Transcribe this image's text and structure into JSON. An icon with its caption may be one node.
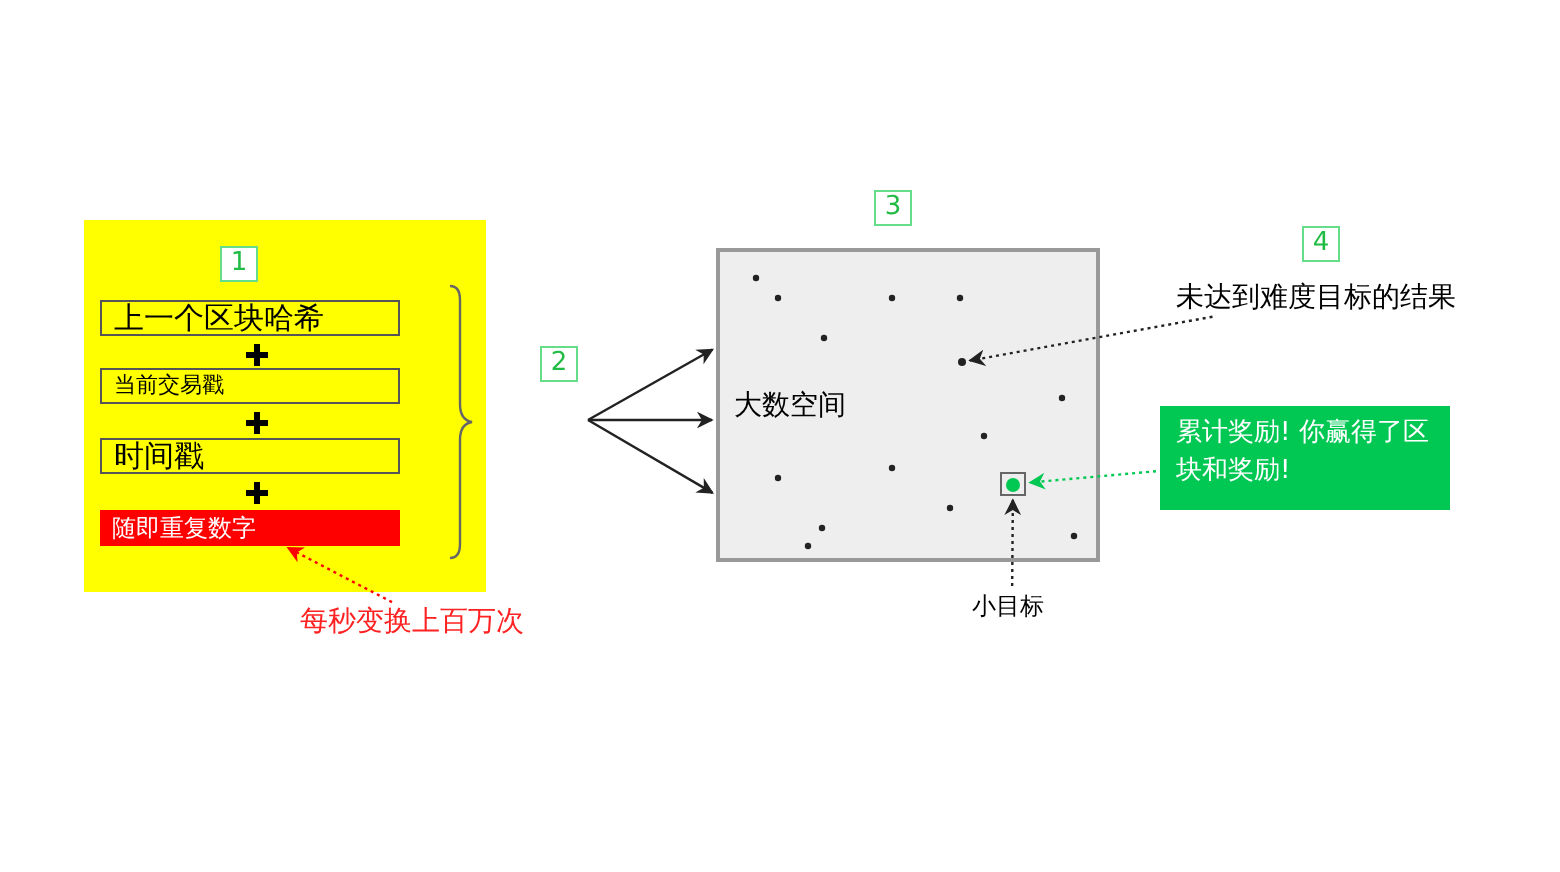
{
  "diagram": {
    "nodes": [
      {
        "text": [],
        "shape": "box"
      },
      {
        "text": [
          "1"
        ],
        "in": 0
      },
      {
        "text": [
          "上一个区块哈希"
        ],
        "in": 0
      },
      {
        "text": [
          "当前交易戳"
        ],
        "in": 0
      },
      {
        "text": [
          "时间戳"
        ],
        "in": 0
      },
      {
        "text": [
          "随即重复数字"
        ],
        "in": 0
      },
      {
        "text": [
          "每秒变换上百万次"
        ]
      },
      {
        "text": [
          "2"
        ]
      },
      {
        "text": [
          "3"
        ]
      },
      {
        "text": [
          "大数空间"
        ]
      },
      {
        "text": [],
        "shape": "circle",
        "in": 9
      },
      {
        "text": [],
        "shape": "box",
        "in": 9
      },
      {
        "text": [
          "4"
        ]
      },
      {
        "text": [
          "未达到难度目标的结果"
        ]
      },
      {
        "text": [
          "累计奖励! 你赢得了区块和奖励!"
        ]
      },
      {
        "text": [
          "小目标"
        ]
      }
    ],
    "edges": [
      {
        "from": 6,
        "to": 5,
        "arrow": "to",
        "style": "dashed",
        "color": "#ff0000"
      },
      {
        "from": null,
        "to": 9,
        "arrow": "to"
      },
      {
        "from": null,
        "to": 9,
        "arrow": "to"
      },
      {
        "from": null,
        "to": 9,
        "arrow": "to"
      },
      {
        "from": 13,
        "to": 10,
        "arrow": "to",
        "style": "dashed"
      },
      {
        "from": 14,
        "to": 11,
        "arrow": "to",
        "style": "dashed",
        "color": "#00c853"
      },
      {
        "from": 15,
        "to": 11,
        "arrow": "to",
        "style": "dashed"
      }
    ]
  }
}
